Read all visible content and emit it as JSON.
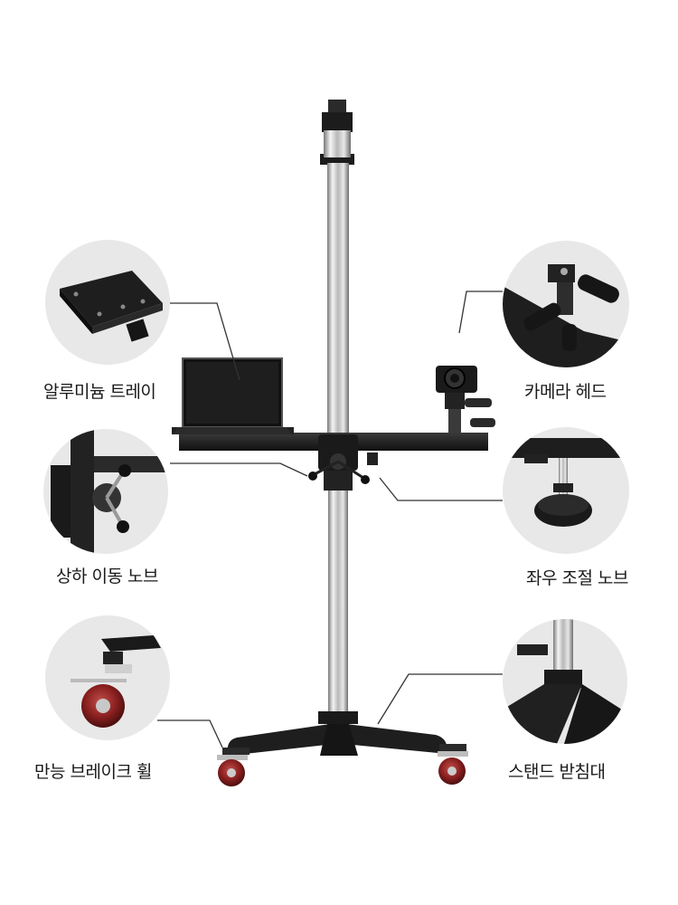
{
  "callouts": {
    "aluminum_tray": "알루미늄 트레이",
    "camera_head": "카메라 헤드",
    "vertical_knob": "상하 이동 노브",
    "horizontal_knob": "좌우 조절 노브",
    "brake_wheel": "만능 브레이크 휠",
    "stand_base": "스탠드 받침대"
  },
  "colors": {
    "background": "#ffffff",
    "circle_bg": "#e8e8e8",
    "metal_black": "#1c1c1c",
    "chrome": "#c8c8c8",
    "wheel_red": "#7a1a1a",
    "leader_line": "#333333"
  }
}
